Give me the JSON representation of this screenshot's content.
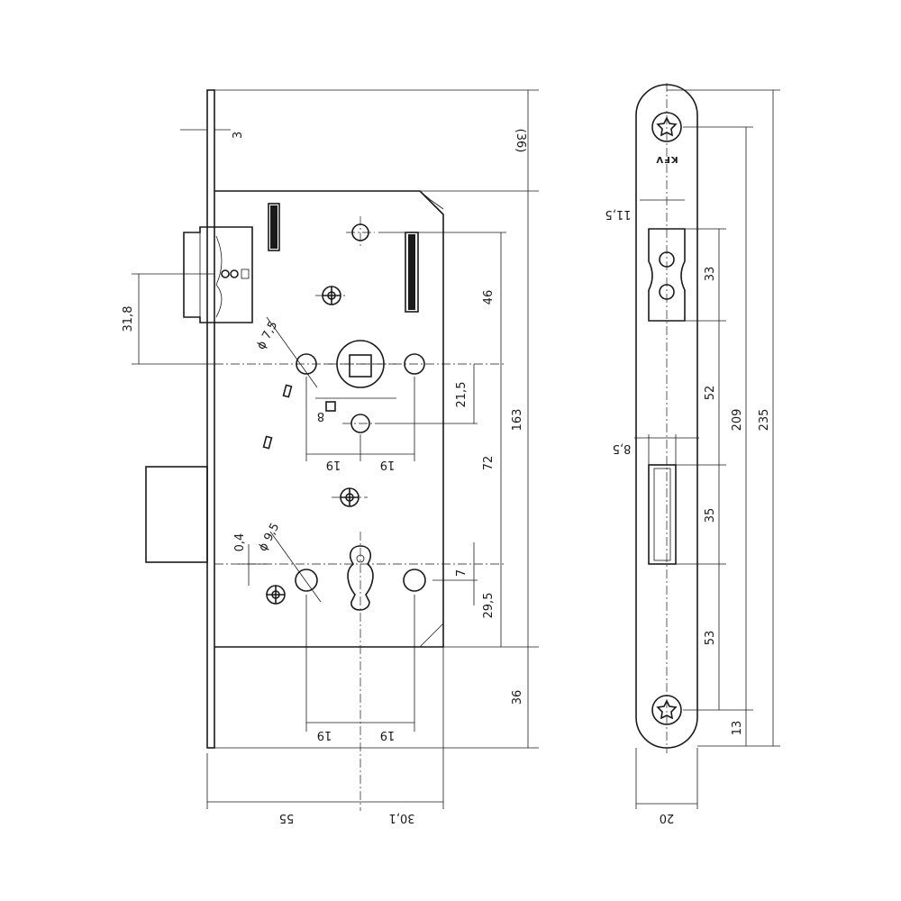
{
  "lock_body": {
    "dimensions": {
      "backset": "55",
      "body_depth": "30,1",
      "faceplate_thickness": "3",
      "top_offset": "(36)",
      "bottom_offset": "36",
      "distance_46": "46",
      "distance_163": "163",
      "distance_72": "72",
      "distance_21_5": "21,5",
      "distance_29_5": "29,5",
      "distance_7": "7",
      "latch_height": "31,8",
      "follower_diameter": "ϕ 7,5",
      "cylinder_hole_diameter": "ϕ 9,5",
      "offset_0_4": "0,4",
      "square_8": "8",
      "spacing_19_upper_left": "19",
      "spacing_19_upper_right": "19",
      "spacing_19_lower_left": "19",
      "spacing_19_lower_right": "19"
    }
  },
  "faceplate": {
    "brand": "KFV",
    "dimensions": {
      "width": "20",
      "total_length": "235",
      "screw_distance": "209",
      "bottom_screw_offset": "13",
      "latch_opening_width": "11,5",
      "latch_opening_height": "33",
      "gap_52": "52",
      "bolt_opening_width": "8,5",
      "bolt_opening_height": "35",
      "gap_53": "53"
    }
  },
  "colors": {
    "line": "#1a1a1a",
    "background": "#ffffff"
  }
}
